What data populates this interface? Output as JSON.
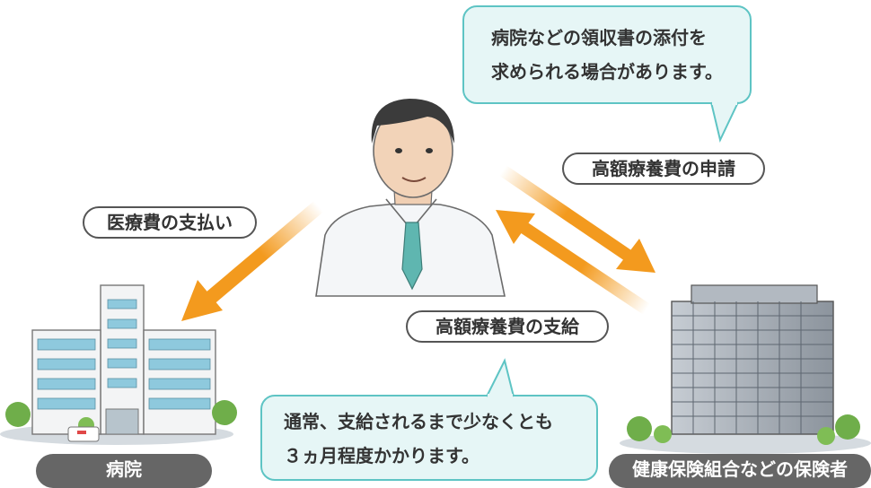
{
  "bubbles": {
    "top": {
      "line1": "病院などの領収書の添付を",
      "line2": "求められる場合があります。"
    },
    "bottom": {
      "line1": "通常、支給されるまで少なくとも",
      "line2": "３ヵ月程度かかります。"
    }
  },
  "flows": {
    "medical_payment": "医療費の支払い",
    "application": "高額療養費の申請",
    "payment": "高額療養費の支給"
  },
  "tags": {
    "hospital": "病院",
    "insurer": "健康保険組合などの保険者"
  },
  "colors": {
    "arrow": "#f39a1e",
    "bubble_fill": "#e6f6f6",
    "bubble_border": "#5ec4c4",
    "tag_fill": "#666666"
  }
}
